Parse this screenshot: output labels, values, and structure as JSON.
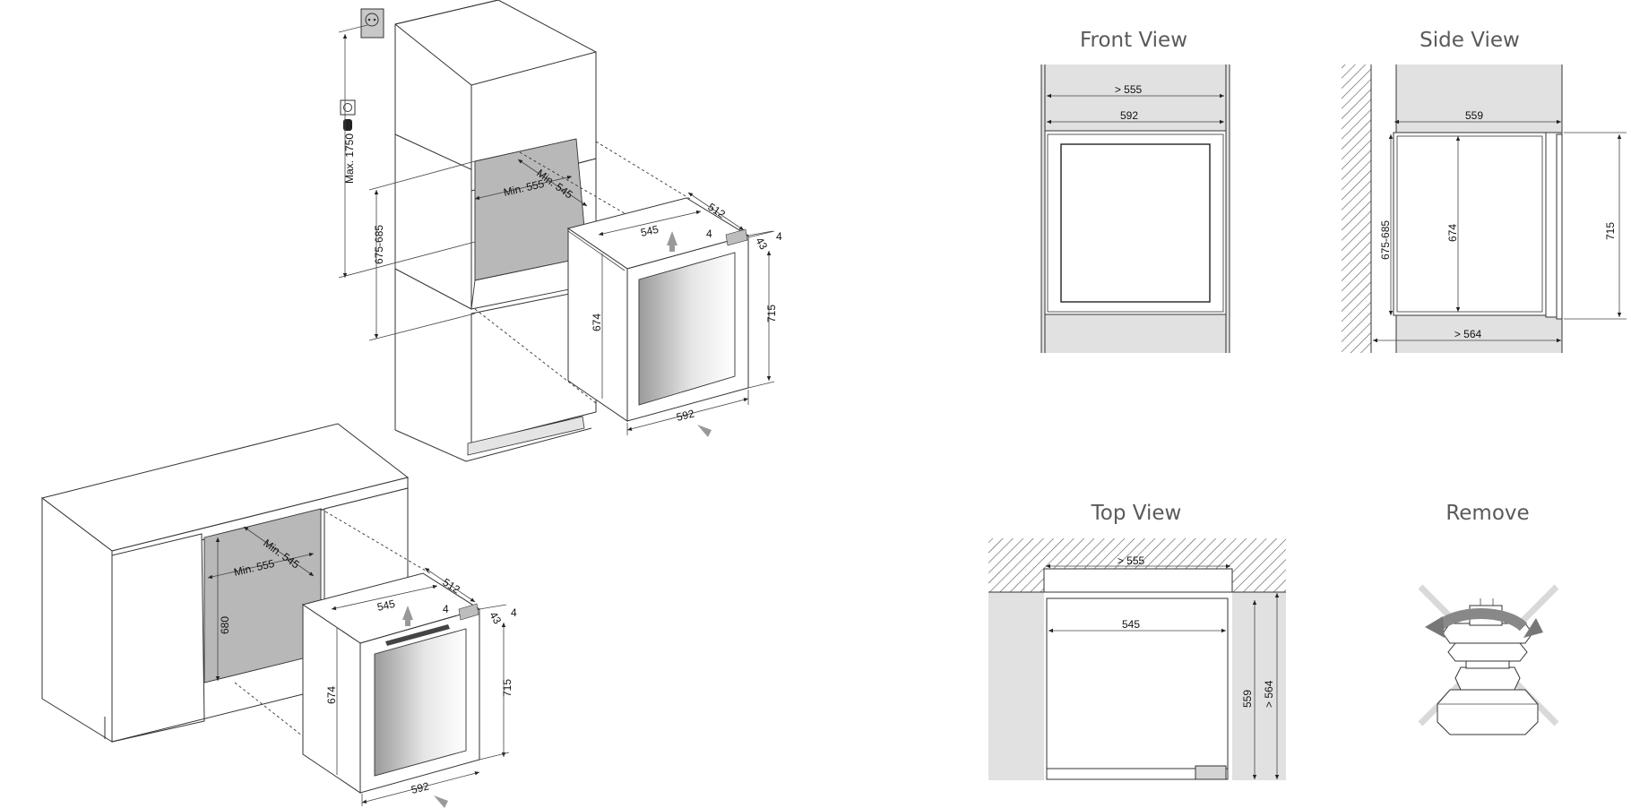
{
  "tall_unit": {
    "max_height": "Max. 1750",
    "niche_height": "675-685",
    "min_width": "Min. 555",
    "min_depth": "Min. 545",
    "depth": "512",
    "width_top": "545",
    "gap_side": "4",
    "gap_door": "43",
    "gap_front": "4",
    "cabinet_height": "715",
    "body_height": "674",
    "width_front": "592",
    "icons": [
      "socket-icon",
      "plug-icon",
      "arrow-icon"
    ]
  },
  "under_counter": {
    "min_width": "Min. 555",
    "min_depth": "Min. 545",
    "niche_height": "680",
    "depth": "512",
    "width_top": "545",
    "gap_side": "4",
    "gap_door": "43",
    "gap_front": "4",
    "cabinet_height": "715",
    "body_height": "674",
    "width_front": "592"
  },
  "front_view": {
    "title": "Front View",
    "niche_width": "> 555",
    "width": "592"
  },
  "side_view": {
    "title": "Side View",
    "depth": "559",
    "niche_height": "675-685",
    "body_height": "674",
    "total_height": "715",
    "niche_depth": "> 564"
  },
  "top_view": {
    "title": "Top View",
    "niche_width": "> 555",
    "width": "545",
    "depth": "559",
    "niche_depth": "> 564"
  },
  "remove_view": {
    "title": "Remove",
    "icon": "adjustable-foot-icon"
  }
}
